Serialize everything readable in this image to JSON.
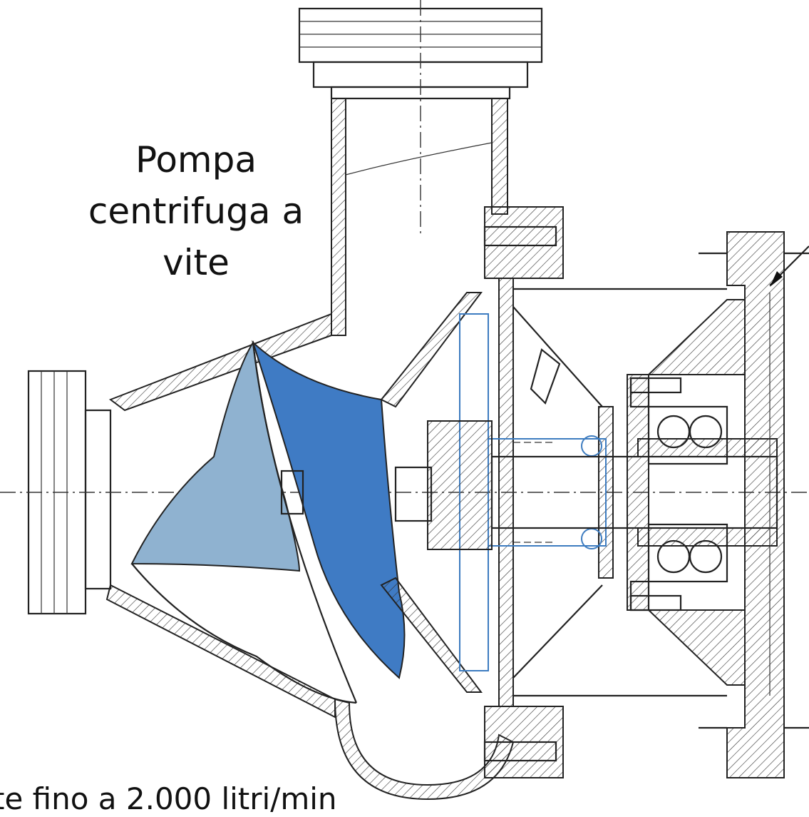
{
  "title_lines": [
    "Pompa",
    "centrifuga a vite"
  ],
  "caption": "te fino a 2.000 litri/min",
  "colors": {
    "blade_light": "#8fb2d0",
    "blade_dark": "#3f7bc4",
    "line": "#222222",
    "seal_blue": "#3d7cc0"
  }
}
